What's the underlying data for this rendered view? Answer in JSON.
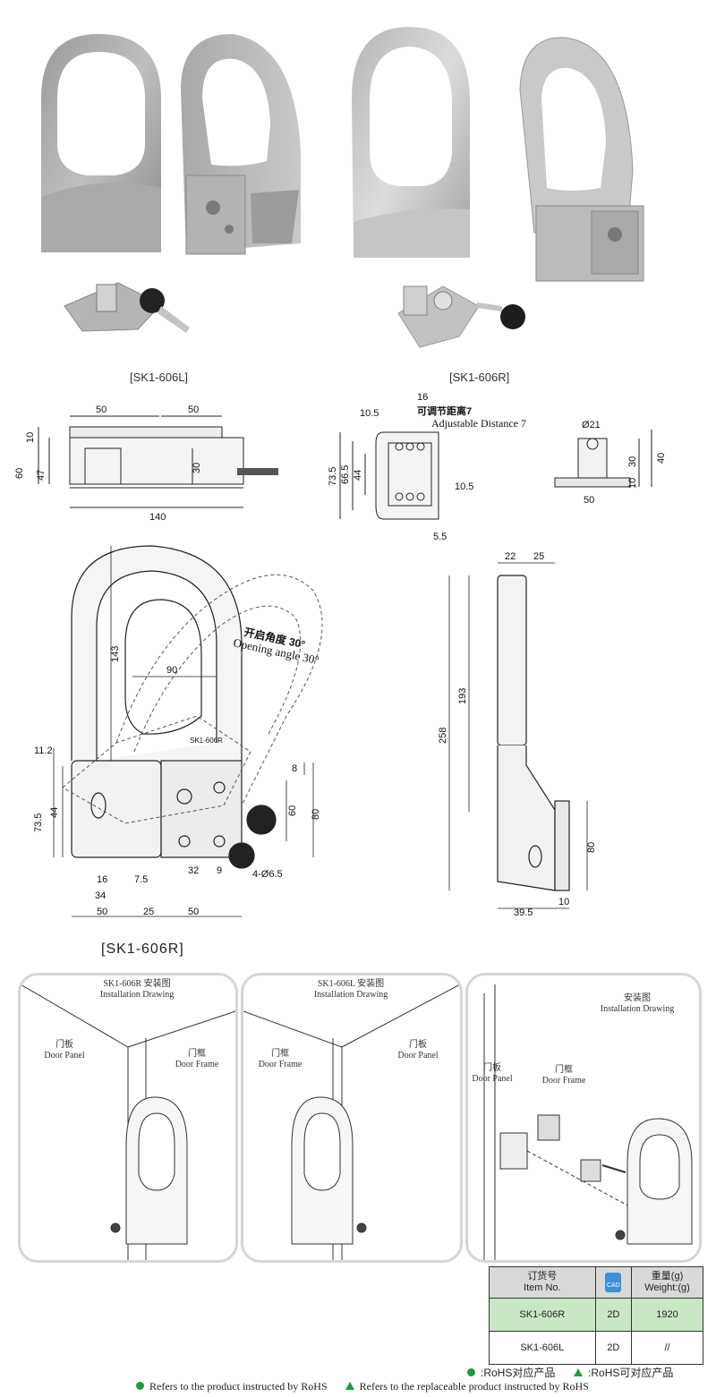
{
  "products": {
    "left_caption": "[SK1-606L]",
    "right_caption": "[SK1-606R]"
  },
  "dims_top": {
    "a": "50",
    "b": "50",
    "c": "10",
    "d": "60",
    "e": "47",
    "f": "30",
    "g": "140",
    "side_16": "16",
    "side_105": "10.5",
    "adj_cn": "可调节距离7",
    "adj_en": "Adjustable Distance 7",
    "side_735": "73.5",
    "side_665": "66.5",
    "side_44": "44",
    "side_105b": "10.5",
    "side_55": "5.5",
    "cyl_d": "Ø21",
    "cyl_30": "30",
    "cyl_40": "40",
    "cyl_10": "10",
    "cyl_50": "50"
  },
  "dims_main": {
    "d143": "143",
    "d90": "90",
    "angle_cn": "开启角度 30°",
    "angle_en": "Opening angle 30°",
    "d112": "11.2",
    "d735": "73.5",
    "d44": "44",
    "d8": "8",
    "d60": "60",
    "d80": "80",
    "d16": "16",
    "d75": "7.5",
    "d34": "34",
    "d32": "32",
    "d9": "9",
    "holes": "4-Ø6.5",
    "b50a": "50",
    "b25": "25",
    "b50b": "50",
    "s22": "22",
    "s25": "25",
    "s193": "193",
    "s258": "258",
    "s80": "80",
    "s10": "10",
    "s395": "39.5",
    "stamp": "SK1-606R"
  },
  "install_title": "[SK1-606R]",
  "panels": [
    {
      "title_line1": "SK1-606R  安装图",
      "title_line2": "Installation Drawing",
      "left_cn": "门板",
      "left_en": "Door Panel",
      "right_cn": "门框",
      "right_en": "Door Frame"
    },
    {
      "title_line1": "SK1-606L  安装图",
      "title_line2": "Installation Drawing",
      "left_cn": "门框",
      "left_en": "Door Frame",
      "right_cn": "门板",
      "right_en": "Door Panel"
    },
    {
      "title_line1": "安装图",
      "title_line2": "Installation Drawing",
      "left_cn": "门板",
      "left_en": "Door Panel",
      "right_cn": "门框",
      "right_en": "Door Frame"
    }
  ],
  "order_table": {
    "h_item_cn": "订货号",
    "h_item_en": "Item No.",
    "h_cad": "CAD",
    "h_weight_cn": "重量(g)",
    "h_weight_en": "Weight:(g)",
    "rows": [
      {
        "item": "SK1-606R",
        "cad": "2D",
        "weight": "1920"
      },
      {
        "item": "SK1-606L",
        "cad": "2D",
        "weight": "//"
      }
    ]
  },
  "legend": {
    "rohs_cn": ":RoHS对应产品",
    "replace_cn": ":RoHS可对应产品",
    "rohs_en": "Refers to the product instructed by RoHS",
    "replace_en": "Refers to the replaceable product instructed by RoHS"
  },
  "colors": {
    "rohs_green": "#1f9a3c",
    "highlight_row": "#c9e7c4",
    "header_gray": "#d9d9d9",
    "panel_border": "#d6d6d6"
  }
}
